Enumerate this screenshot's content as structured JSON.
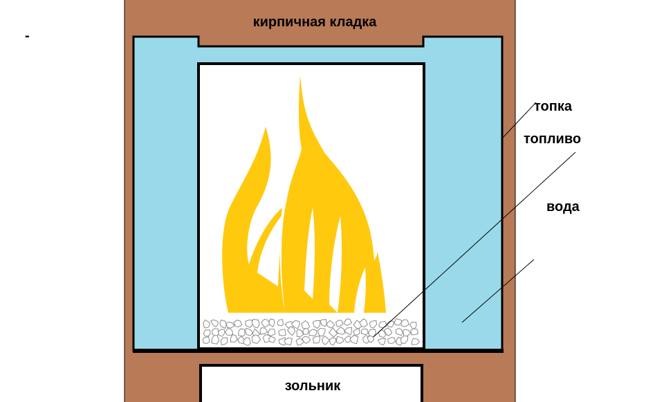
{
  "labels": {
    "brickwork": "кирпичная кладка",
    "firebox": "топка",
    "fuel": "топливо",
    "water": "вода",
    "ashpit": "зольник",
    "dash": "-"
  },
  "colors": {
    "brick": "#b97a57",
    "water": "#99d9ea",
    "flame": "#ffc90e",
    "outline": "#000000",
    "background": "#ffffff"
  }
}
